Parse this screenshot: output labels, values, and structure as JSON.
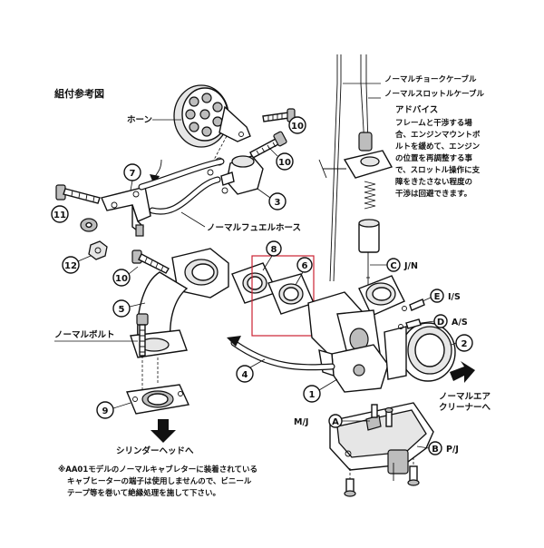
{
  "diagram": {
    "title": "組付参考図",
    "labels": {
      "horn": "ホーン",
      "choke_cable": "ノーマルチョークケーブル",
      "throttle_cable": "ノーマルスロットルケーブル",
      "fuel_hose": "ノーマルフュエルホース",
      "normal_bolt": "ノーマルボルト",
      "cylinder_head": "シリンダーヘッドへ",
      "air_cleaner_l1": "ノーマルエア",
      "air_cleaner_l2": "クリーナーへ",
      "jn": "J/N",
      "is": "I/S",
      "as": "A/S",
      "mj": "M/J",
      "pj": "P/J"
    },
    "advice": {
      "heading": "アドバイス",
      "lines": [
        "フレームと干渉する場",
        "合、エンジンマウントボ",
        "ルトを緩めて、エンジン",
        "の位置を再調整する事",
        "で、スロットル操作に支",
        "障をきたさない程度の",
        "干渉は回避できます。"
      ]
    },
    "note": {
      "lines": [
        "※AA01モデルのノーマルキャブレターに装着されている",
        "キャブヒーターの端子は使用しませんので、ビニール",
        "テープ等を巻いて絶縁処理を施して下さい。"
      ]
    },
    "callouts": [
      "1",
      "2",
      "3",
      "4",
      "5",
      "6",
      "7",
      "8",
      "9",
      "10",
      "10",
      "10",
      "11",
      "12"
    ],
    "letters": [
      "A",
      "B",
      "C",
      "D",
      "E"
    ]
  }
}
